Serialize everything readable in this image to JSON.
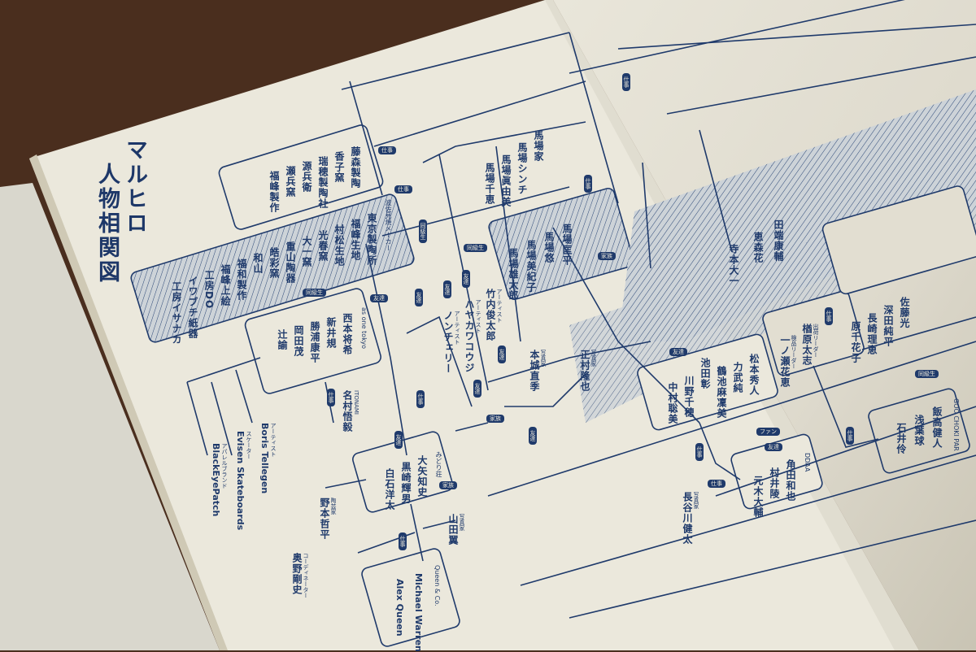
{
  "title": [
    "マルヒロ",
    "人物相関図"
  ],
  "factories": {
    "members": [
      "藤森製陶",
      "香子窯",
      "瑞穂製陶社",
      "源兵衛",
      "瀬兵窯",
      "福峰製作"
    ]
  },
  "kilns": {
    "label": "波佐見焼メーカー",
    "members": [
      "東京製陶所",
      "福峰生地",
      "村松生地",
      "光春窯",
      "大一窯",
      "重山陶器",
      "皓彩窯",
      "和山",
      "福和製作",
      "福峰上絵",
      "工房DO",
      "イワブチ紙器",
      "工房イサナカ"
    ]
  },
  "as_one_tokyo": {
    "label": "as one tokyo",
    "members": [
      "西本将希",
      "新井規",
      "勝浦康平",
      "岡田茂",
      "辻諭"
    ]
  },
  "itonami": {
    "label": "ITONAMI",
    "name": "名村悟毅"
  },
  "artists_left": [
    {
      "role": "アーティスト",
      "name": "Boris Tellegen"
    },
    {
      "role": "スケーター",
      "name": "Evisen Skateboards"
    },
    {
      "role": "アパレルブランド",
      "name": "BlackEyePatch"
    }
  ],
  "midori": {
    "label": "みどり荘",
    "members": [
      "大矢知史",
      "黒崎輝男",
      "白石洋太"
    ]
  },
  "nomoto": {
    "role": "陶芸家",
    "name": "野本哲平"
  },
  "yamada": {
    "role": "写真家",
    "name": "山田翼"
  },
  "okuno": {
    "role": "コーディネーター",
    "name": "奥野剛史"
  },
  "queen": {
    "label": "Queen & Co.",
    "members": [
      "Michael Warren",
      "Alex Queen"
    ]
  },
  "artists_center": [
    {
      "role": "アーティスト",
      "name": "竹内俊太郎"
    },
    {
      "role": "アーティスト",
      "name": "ハヤカワコウジ"
    },
    {
      "role": "アーティスト",
      "name": "ノンチェリー"
    },
    {
      "role": "写真家",
      "name": "本城直季"
    },
    {
      "role": "写真家",
      "name": "正村隆也"
    }
  ],
  "baba": {
    "label": "馬場家",
    "members": [
      "馬場シンチ",
      "馬場眞由美",
      "馬場千恵",
      "馬場匡平",
      "馬場悠",
      "馬場美紀子",
      "馬場雄太郎"
    ]
  },
  "staff": {
    "members": [
      "松本秀人",
      "力武純",
      "鶴池麻凜美",
      "池田彰",
      "川野千穂",
      "中村聡美"
    ]
  },
  "dda": {
    "label": "DDAA",
    "members": [
      "角田和也",
      "村井陵",
      "元木大輔"
    ]
  },
  "hasegawa": {
    "role": "写真家",
    "name": "長谷川健太"
  },
  "shipping": [
    {
      "role": "出荷リーダー",
      "name": "楢原太志"
    },
    {
      "role": "検品リーダー",
      "name": "一ノ瀬花恵"
    }
  ],
  "goo": {
    "label": "GOO CHOKI PAR",
    "members": [
      "飯高健人",
      "浅葉球",
      "石井伶"
    ]
  },
  "upper_right": {
    "members": [
      "佐藤光",
      "深田純平",
      "長崎理恵",
      "原千花子",
      "田端康輔",
      "寺本大一",
      "恵森花"
    ]
  },
  "tags": {
    "work": "仕事",
    "friend": "友達",
    "classmate": "同級生",
    "fan": "ファン",
    "family": "家族"
  },
  "colors": {
    "ink": "#1f3a6b",
    "paper": "#ebe8dc",
    "wood": "#4a2e1e"
  }
}
